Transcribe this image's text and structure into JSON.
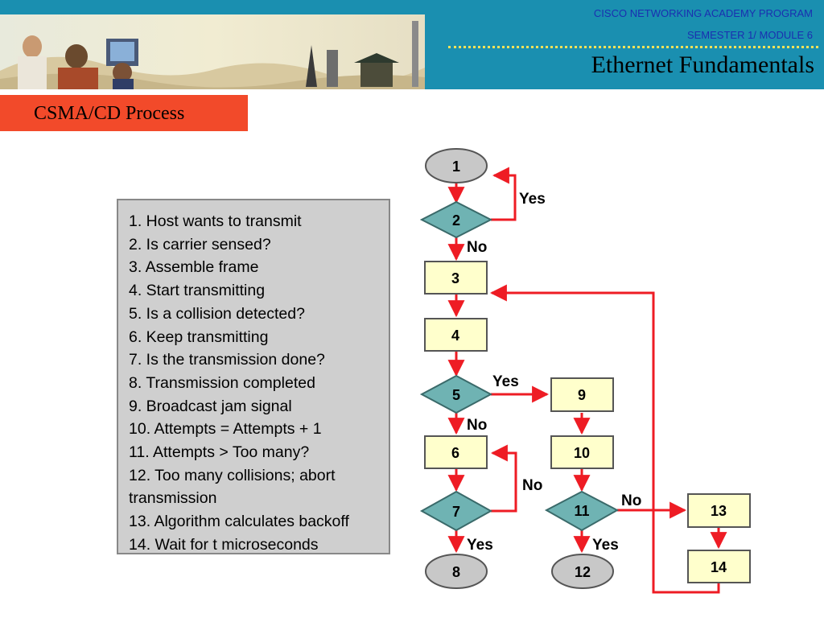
{
  "header": {
    "program": "CISCO NETWORKING ACADEMY PROGRAM",
    "semester": "SEMESTER 1/ MODULE 6",
    "title": "Ethernet Fundamentals"
  },
  "section": {
    "title": "CSMA/CD Process"
  },
  "steps": [
    "1. Host wants to transmit",
    "2. Is carrier sensed?",
    "3. Assemble frame",
    "4. Start transmitting",
    "5. Is a collision detected?",
    "6. Keep transmitting",
    "7. Is the transmission done?",
    "8. Transmission completed",
    "9. Broadcast jam signal",
    "10. Attempts = Attempts + 1",
    "11. Attempts > Too many?",
    "12. Too many collisions; abort",
    "transmission",
    "13. Algorithm calculates backoff",
    "14. Wait for t microseconds"
  ],
  "flowchart": {
    "nodes": {
      "n1": "1",
      "n2": "2",
      "n3": "3",
      "n4": "4",
      "n5": "5",
      "n6": "6",
      "n7": "7",
      "n8": "8",
      "n9": "9",
      "n10": "10",
      "n11": "11",
      "n12": "12",
      "n13": "13",
      "n14": "14"
    },
    "labels": {
      "yes_2": "Yes",
      "no_2": "No",
      "yes_5": "Yes",
      "no_5": "No",
      "no_7": "No",
      "yes_7": "Yes",
      "no_11": "No",
      "yes_11": "Yes"
    },
    "colors": {
      "terminal": "#c8c8c8",
      "process": "#ffffcc",
      "decision": "#6fb3b3",
      "arrow": "#ee1c24",
      "header": "#1a8fb0",
      "section_tab": "#f24a2a"
    }
  }
}
